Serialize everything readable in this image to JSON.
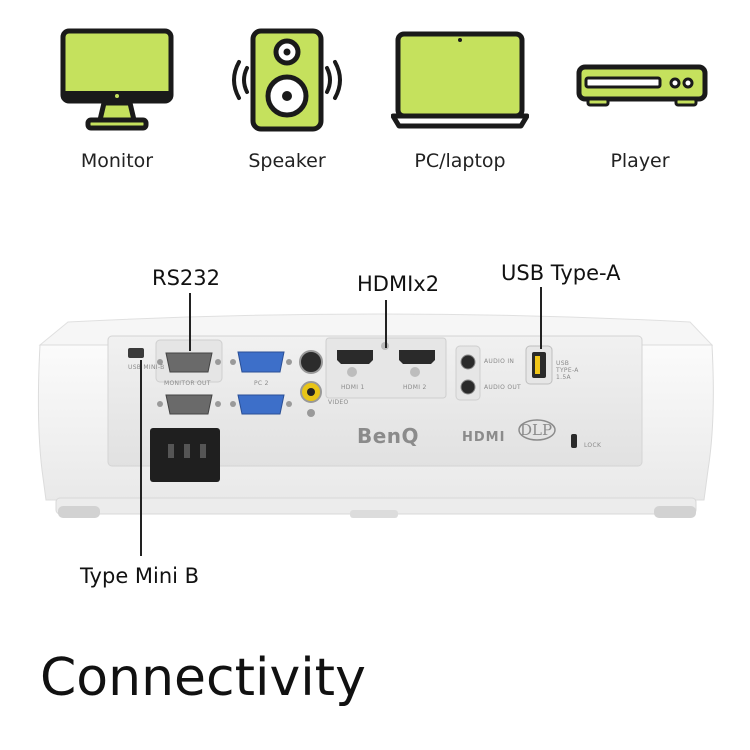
{
  "devices": [
    {
      "name": "monitor",
      "label": "Monitor"
    },
    {
      "name": "speaker",
      "label": "Speaker"
    },
    {
      "name": "laptop",
      "label": "PC/laptop"
    },
    {
      "name": "player",
      "label": "Player"
    }
  ],
  "callouts": {
    "rs232": "RS232",
    "hdmi": "HDMIx2",
    "usb_a": "USB Type-A",
    "mini_b": "Type Mini B"
  },
  "panel_labels": {
    "usb_mini": "USB MINI-B",
    "monitor_out": "MONITOR OUT",
    "pc2": "PC 2",
    "video": "VIDEO",
    "hdmi1": "HDMI 1",
    "hdmi2": "HDMI 2",
    "audio_in": "AUDIO IN",
    "audio_out": "AUDIO OUT",
    "usb_typea": "USB TYPE-A 1.5A",
    "lock": "LOCK"
  },
  "logos": {
    "brand": "BenQ",
    "hdmi": "HDMI",
    "dlp": "DLP"
  },
  "heading": "Connectivity",
  "colors": {
    "accent": "#c5e15d",
    "outline": "#1a1a1a",
    "vga_blue": "#3d6fc9"
  }
}
